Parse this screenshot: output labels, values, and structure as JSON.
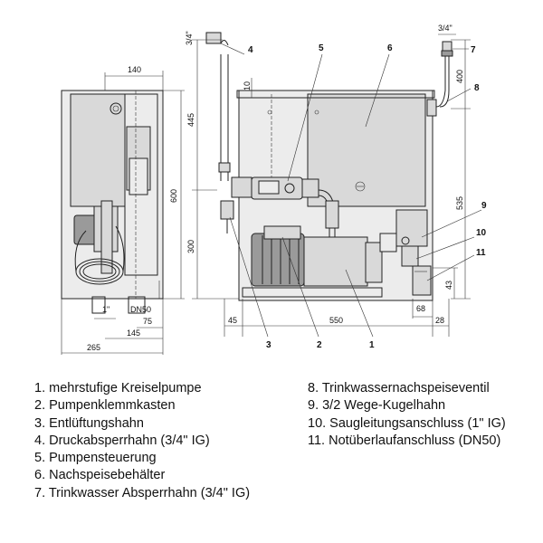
{
  "dimensions": {
    "d140": "140",
    "d3_4_left": "3/4\"",
    "d3_4_right": "3/4\"",
    "d445": "445",
    "d600": "600",
    "d300": "300",
    "d10": "10",
    "d400": "400",
    "d535": "535",
    "d43": "43",
    "d1inch": "1\"",
    "dn50": "DN50",
    "d75": "75",
    "d145": "145",
    "d265": "265",
    "d45": "45",
    "d550": "550",
    "d68": "68",
    "d28": "28"
  },
  "callouts": [
    "1",
    "2",
    "3",
    "4",
    "5",
    "6",
    "7",
    "8",
    "9",
    "10",
    "11"
  ],
  "legend": {
    "left": [
      "1. mehrstufige Kreiselpumpe",
      "2. Pumpenklemmkasten",
      "3. Entlüftungshahn",
      "4. Druckabsperrhahn (3/4\" IG)",
      "5. Pumpensteuerung",
      "6. Nachspeisebehälter",
      "7. Trinkwasser Absperrhahn (3/4\" IG)"
    ],
    "right": [
      "8. Trinkwassernachspeiseventil",
      "9. 3/2 Wege-Kugelhahn",
      "10. Saugleitungsanschluss (1\" IG)",
      "11. Notüberlaufanschluss (DN50)"
    ]
  }
}
